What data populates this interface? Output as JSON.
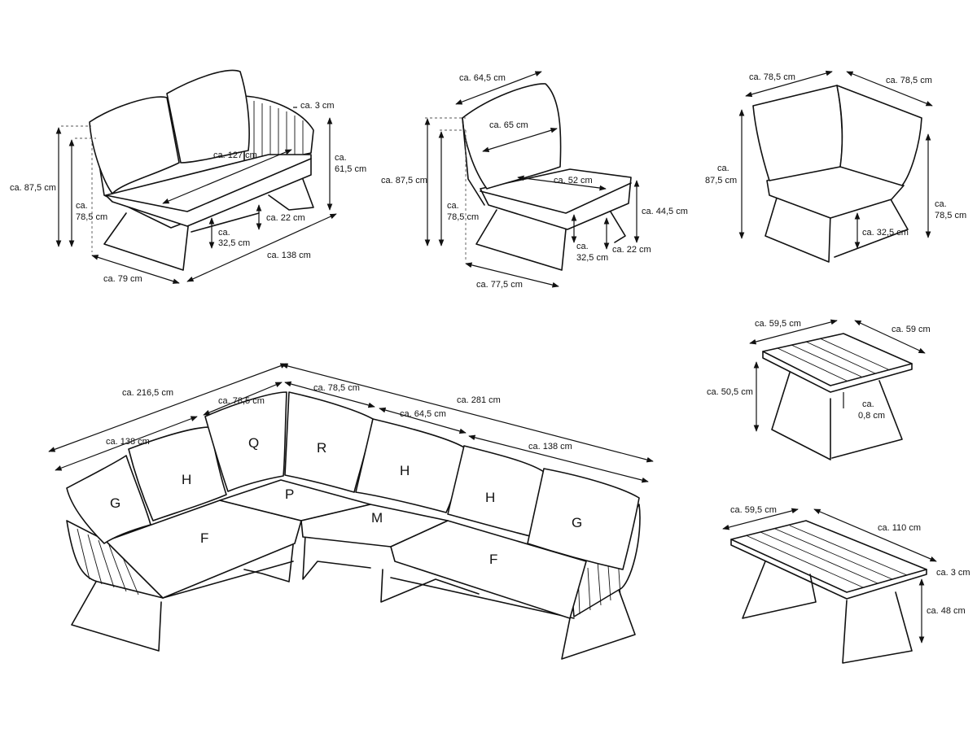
{
  "sofa2": {
    "h_total": "ca. 87,5 cm",
    "h_back": "78,5 cm",
    "h_arm": "61,5 cm",
    "arm_thick": "ca. 3 cm",
    "seat_w": "ca. 127 cm",
    "leg_clear": "ca. 22 cm",
    "seat_h": "32,5 cm",
    "depth": "ca. 79 cm",
    "width": "ca. 138 cm"
  },
  "chair": {
    "top_w": "ca. 64,5 cm",
    "back_w": "ca. 65 cm",
    "seat_w": "ca. 52 cm",
    "h_total": "ca. 87,5 cm",
    "h_back": "78,5 cm",
    "seat_h": "ca. 44,5 cm",
    "leg_h": "32,5 cm",
    "leg_clear": "ca. 22 cm",
    "depth": "ca. 77,5 cm"
  },
  "corner": {
    "w1": "ca. 78,5 cm",
    "w2": "ca. 78,5 cm",
    "h_total": "87,5 cm",
    "h_back": "78,5 cm",
    "leg_h": "ca. 32,5 cm"
  },
  "sidetable": {
    "w": "ca. 59,5 cm",
    "d": "ca. 59 cm",
    "h": "ca. 50,5 cm",
    "top": "0,8 cm"
  },
  "coffeetable": {
    "w": "ca. 59,5 cm",
    "l": "ca. 110 cm",
    "top": "ca. 3 cm",
    "h": "ca. 48 cm"
  },
  "lounge": {
    "left_total": "ca. 216,5 cm",
    "left_sofa": "ca. 138 cm",
    "left_corner": "ca. 78,5 cm",
    "right_total": "ca. 281 cm",
    "right_corner": "ca. 78,5 cm",
    "right_chair": "ca. 64,5 cm",
    "right_sofa": "ca. 138 cm",
    "labels": [
      "G",
      "H",
      "Q",
      "R",
      "H",
      "H",
      "G",
      "F",
      "P",
      "M",
      "F"
    ]
  }
}
